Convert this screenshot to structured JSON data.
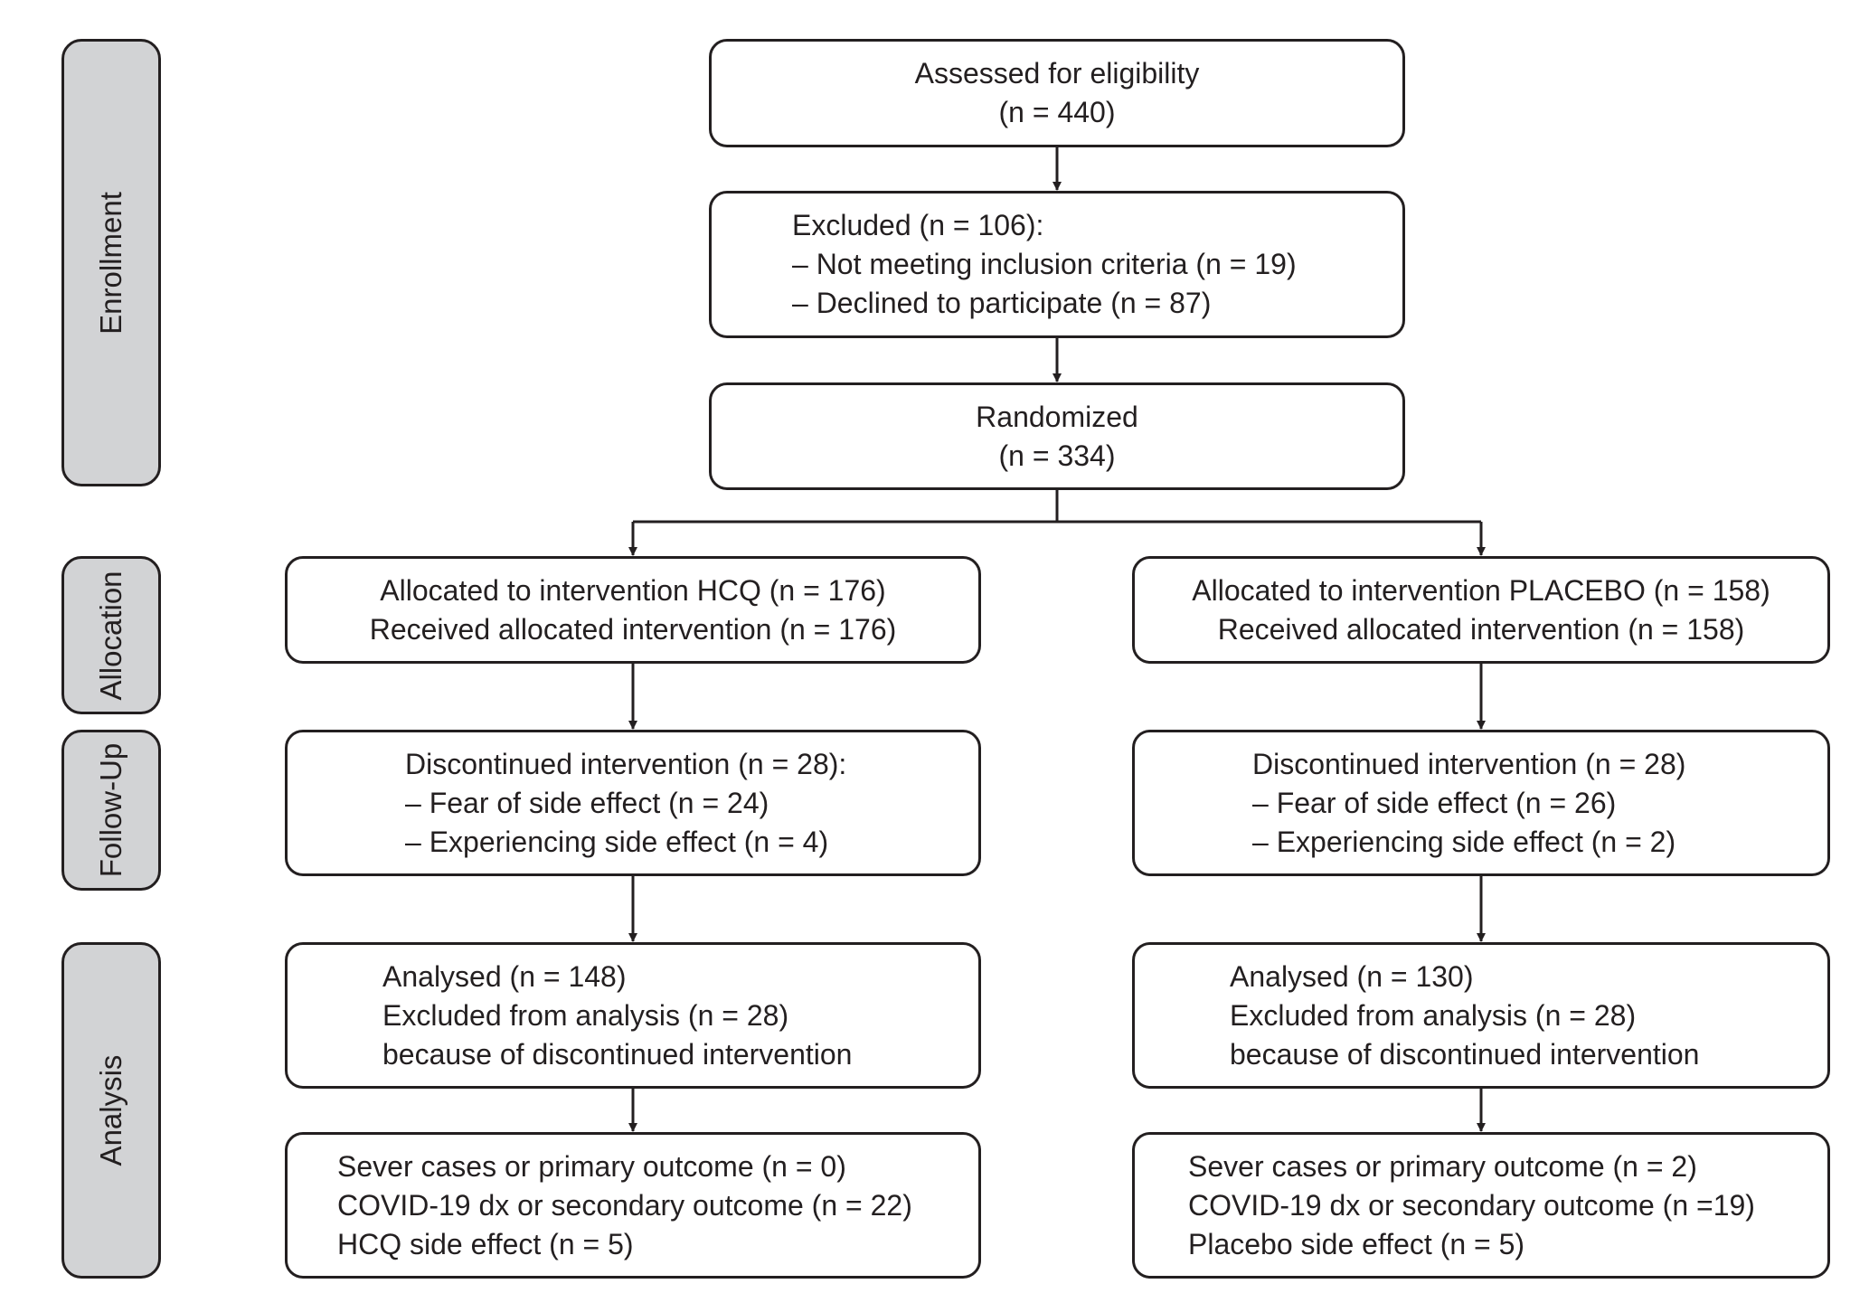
{
  "stages": {
    "enrollment": "Enrollment",
    "allocation": "Allocation",
    "follow_up": "Follow-Up",
    "analysis": "Analysis"
  },
  "enrollment": {
    "assessed": {
      "line1": "Assessed for eligibility",
      "line2": "(n = 440)"
    },
    "excluded": {
      "title": "Excluded (n = 106):",
      "reasons": [
        "– Not meeting inclusion criteria (n = 19)",
        "– Declined to participate (n = 87)"
      ]
    },
    "randomized": {
      "line1": "Randomized",
      "line2": "(n = 334)"
    }
  },
  "hcq_arm": {
    "allocation": [
      "Allocated to intervention HCQ (n = 176)",
      "Received allocated intervention (n = 176)"
    ],
    "follow_up": [
      "Discontinued intervention (n = 28):",
      "– Fear of side effect (n = 24)",
      "– Experiencing side effect (n = 4)"
    ],
    "analysis": [
      "Analysed (n = 148)",
      "Excluded from analysis (n = 28)",
      "because of discontinued intervention"
    ],
    "outcomes": [
      "Sever cases or primary outcome (n = 0)",
      "COVID-19 dx or secondary outcome (n = 22)",
      "HCQ side effect (n = 5)"
    ]
  },
  "placebo_arm": {
    "allocation": [
      "Allocated to intervention PLACEBO (n = 158)",
      "Received allocated intervention (n = 158)"
    ],
    "follow_up": [
      "Discontinued intervention (n = 28)",
      "– Fear of side effect (n = 26)",
      "– Experiencing side effect (n = 2)"
    ],
    "analysis": [
      "Analysed (n = 130)",
      "Excluded from analysis (n = 28)",
      "because of discontinued intervention"
    ],
    "outcomes": [
      "Sever cases or primary outcome (n = 2)",
      "COVID-19 dx or secondary outcome (n =19)",
      "Placebo side effect (n = 5)"
    ]
  }
}
